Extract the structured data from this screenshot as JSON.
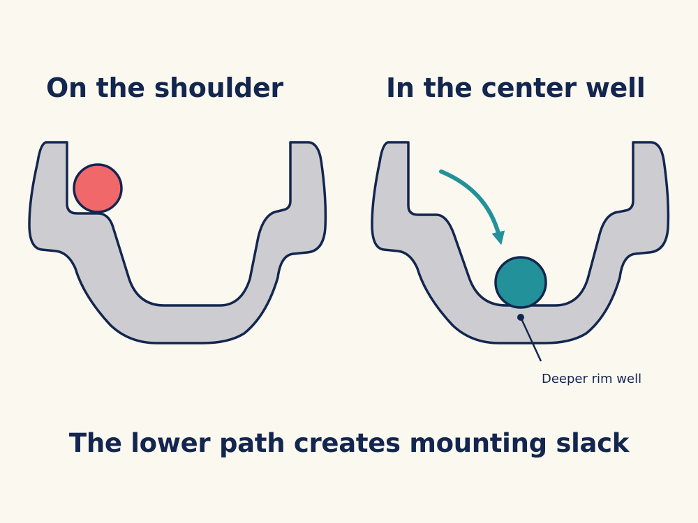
{
  "panels": {
    "left": {
      "title": "On the shoulder",
      "bead_color": "#f0686a"
    },
    "right": {
      "title": "In the center well",
      "bead_color": "#23919a",
      "arrow_color": "#23919a",
      "callout": "Deeper rim well"
    }
  },
  "caption": "The lower path creates mounting slack",
  "colors": {
    "rim_fill": "#cdcdd1",
    "outline": "#13264f",
    "background": "#fbf8ef"
  }
}
